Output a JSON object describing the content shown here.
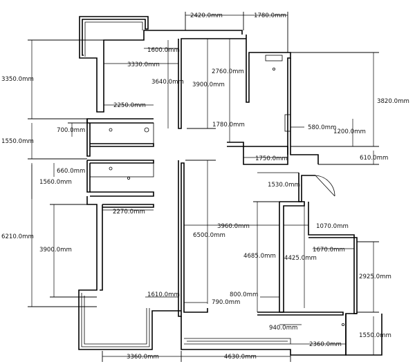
{
  "dimensions": [
    {
      "id": "d-2420",
      "text": "2420.0mm"
    },
    {
      "id": "d-1780-top",
      "text": "1780.0mm"
    },
    {
      "id": "d-1600",
      "text": "1600.0mm"
    },
    {
      "id": "d-3330",
      "text": "3330.0mm"
    },
    {
      "id": "d-2760",
      "text": "2760.0mm"
    },
    {
      "id": "d-3350",
      "text": "3350.0mm"
    },
    {
      "id": "d-3640",
      "text": "3640.0mm"
    },
    {
      "id": "d-3900-top",
      "text": "3900.0mm"
    },
    {
      "id": "d-3820",
      "text": "3820.0mm"
    },
    {
      "id": "d-2250",
      "text": "2250.0mm"
    },
    {
      "id": "d-1780-mid",
      "text": "1780.0mm"
    },
    {
      "id": "d-580",
      "text": "580.0mm"
    },
    {
      "id": "d-700",
      "text": "700.0mm"
    },
    {
      "id": "d-1200",
      "text": "1200.0mm"
    },
    {
      "id": "d-1550-left",
      "text": "1550.0mm"
    },
    {
      "id": "d-1750",
      "text": "1750.0mm"
    },
    {
      "id": "d-610",
      "text": "610.0mm"
    },
    {
      "id": "d-660",
      "text": "660.0mm"
    },
    {
      "id": "d-1560",
      "text": "1560.0mm"
    },
    {
      "id": "d-1530",
      "text": "1530.0mm"
    },
    {
      "id": "d-2270",
      "text": "2270.0mm"
    },
    {
      "id": "d-3960",
      "text": "3960.0mm"
    },
    {
      "id": "d-1070",
      "text": "1070.0mm"
    },
    {
      "id": "d-6210",
      "text": "6210.0mm"
    },
    {
      "id": "d-6500",
      "text": "6500.0mm"
    },
    {
      "id": "d-1670",
      "text": "1670.0mm"
    },
    {
      "id": "d-3900-bot",
      "text": "3900.0mm"
    },
    {
      "id": "d-4685",
      "text": "4685.0mm"
    },
    {
      "id": "d-4425",
      "text": "4425.0mm"
    },
    {
      "id": "d-2925",
      "text": "2925.0mm"
    },
    {
      "id": "d-1610",
      "text": "1610.0mm"
    },
    {
      "id": "d-800",
      "text": "800.0mm"
    },
    {
      "id": "d-790",
      "text": "790.0mm"
    },
    {
      "id": "d-940",
      "text": "940.0mm"
    },
    {
      "id": "d-1550-right",
      "text": "1550.0mm"
    },
    {
      "id": "d-2360",
      "text": "2360.0mm"
    },
    {
      "id": "d-3360",
      "text": "3360.0mm"
    },
    {
      "id": "d-4630",
      "text": "4630.0mm"
    }
  ]
}
